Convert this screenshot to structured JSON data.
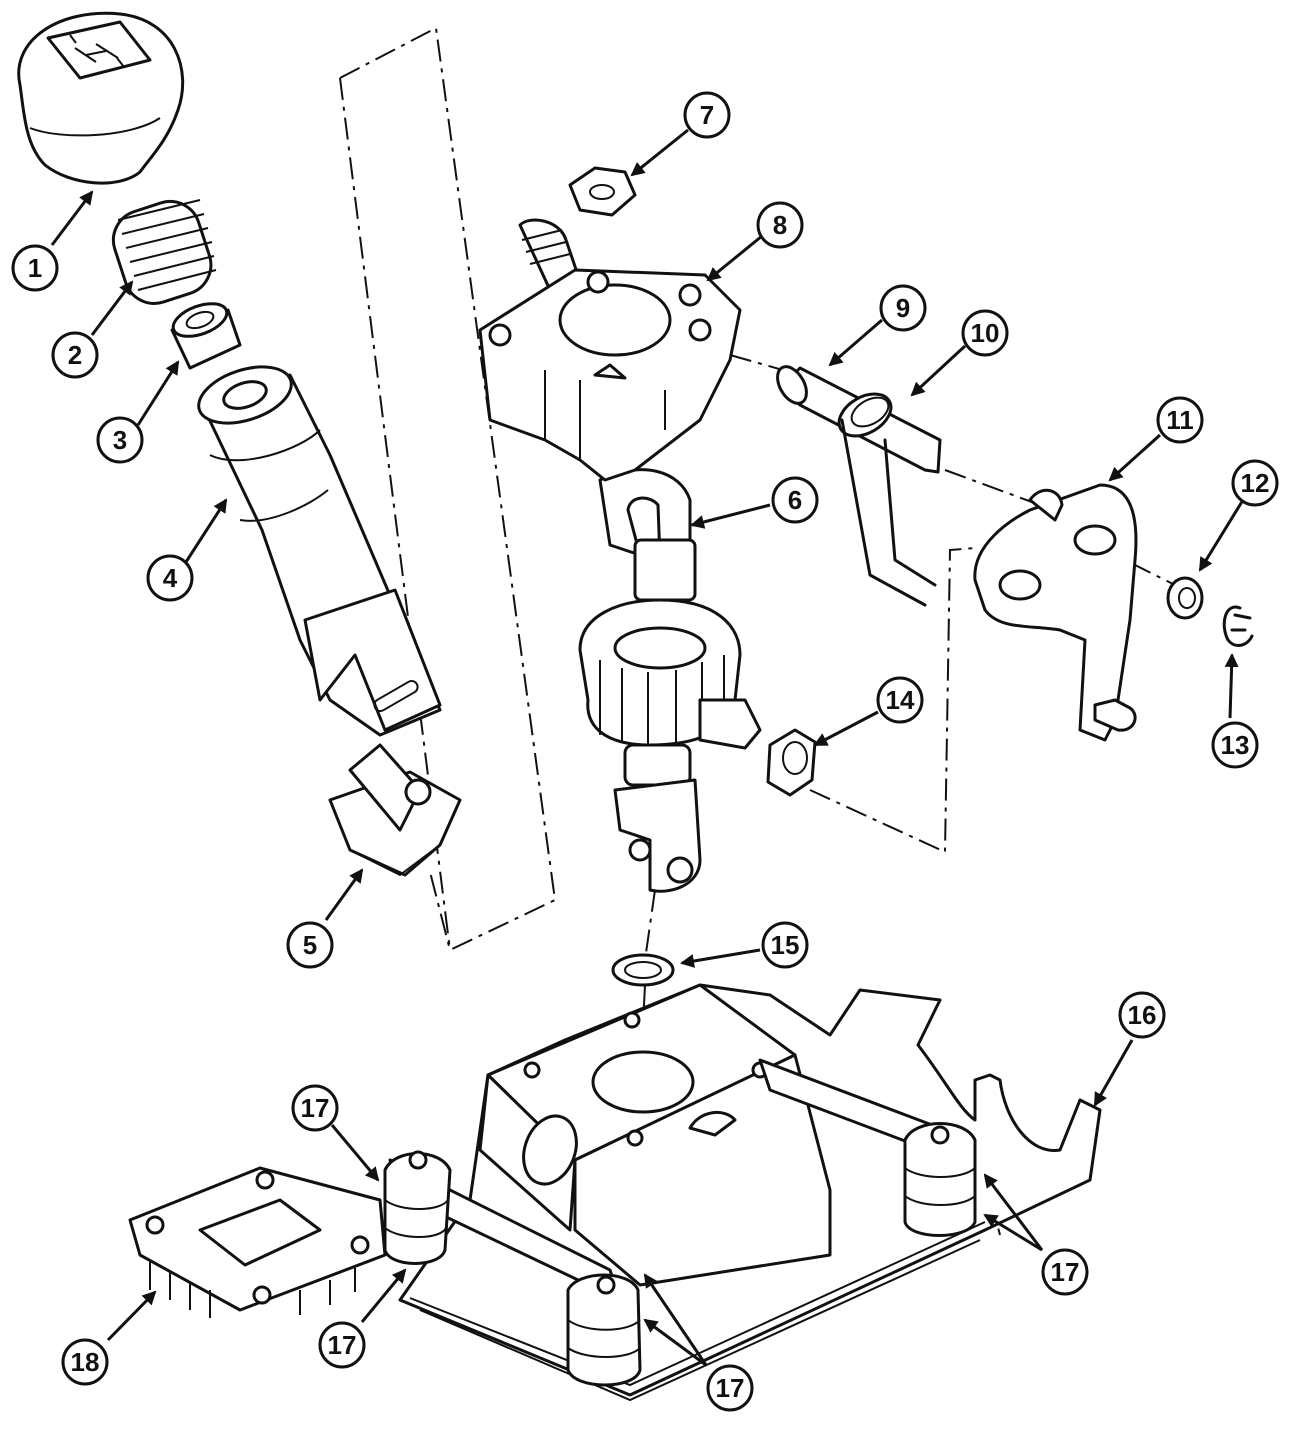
{
  "callouts": [
    {
      "id": "c1",
      "label": "1"
    },
    {
      "id": "c2",
      "label": "2"
    },
    {
      "id": "c3",
      "label": "3"
    },
    {
      "id": "c4",
      "label": "4"
    },
    {
      "id": "c5",
      "label": "5"
    },
    {
      "id": "c6",
      "label": "6"
    },
    {
      "id": "c7",
      "label": "7"
    },
    {
      "id": "c8",
      "label": "8"
    },
    {
      "id": "c9",
      "label": "9"
    },
    {
      "id": "c10",
      "label": "10"
    },
    {
      "id": "c11",
      "label": "11"
    },
    {
      "id": "c12",
      "label": "12"
    },
    {
      "id": "c13",
      "label": "13"
    },
    {
      "id": "c14",
      "label": "14"
    },
    {
      "id": "c15",
      "label": "15"
    },
    {
      "id": "c16",
      "label": "16"
    },
    {
      "id": "c17a",
      "label": "17"
    },
    {
      "id": "c17b",
      "label": "17"
    },
    {
      "id": "c17c",
      "label": "17"
    },
    {
      "id": "c17d",
      "label": "17"
    },
    {
      "id": "c18",
      "label": "18"
    }
  ],
  "parts": {
    "knob_icon": "shift-pattern-icon"
  }
}
